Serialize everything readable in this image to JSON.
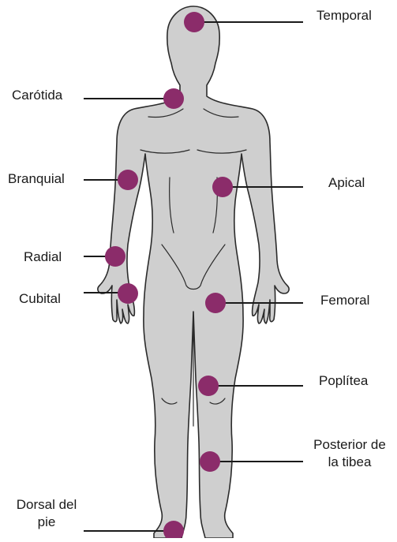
{
  "colors": {
    "body_fill": "#cfcfcf",
    "body_outline": "#2b2b2b",
    "pulse_point": "#8b2c6a",
    "leader_line": "#1a1a1a"
  },
  "labels": {
    "temporal": "Temporal",
    "carotida": "Carótida",
    "branquial": "Branquial",
    "apical": "Apical",
    "radial": "Radial",
    "cubital": "Cubital",
    "femoral": "Femoral",
    "poplitea": "Poplítea",
    "posterior_tibea_line1": "Posterior de",
    "posterior_tibea_line2": "la tibea",
    "dorsal_pie_line1": "Dorsal del",
    "dorsal_pie_line2": "pie"
  }
}
